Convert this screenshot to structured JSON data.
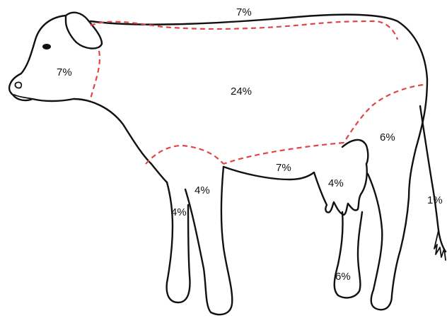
{
  "figure": {
    "outline_color": "#111111",
    "boundary_color": "#e04646",
    "regions": [
      {
        "id": "back",
        "label": "7%"
      },
      {
        "id": "head",
        "label": "7%"
      },
      {
        "id": "trunk",
        "label": "24%"
      },
      {
        "id": "belly",
        "label": "7%"
      },
      {
        "id": "upper-hind-leg",
        "label": "6%"
      },
      {
        "id": "front-leg-right",
        "label": "4%"
      },
      {
        "id": "front-leg-left",
        "label": "4%"
      },
      {
        "id": "udder",
        "label": "4%"
      },
      {
        "id": "lower-hind-leg",
        "label": "6%"
      },
      {
        "id": "tail",
        "label": "1%"
      }
    ]
  }
}
